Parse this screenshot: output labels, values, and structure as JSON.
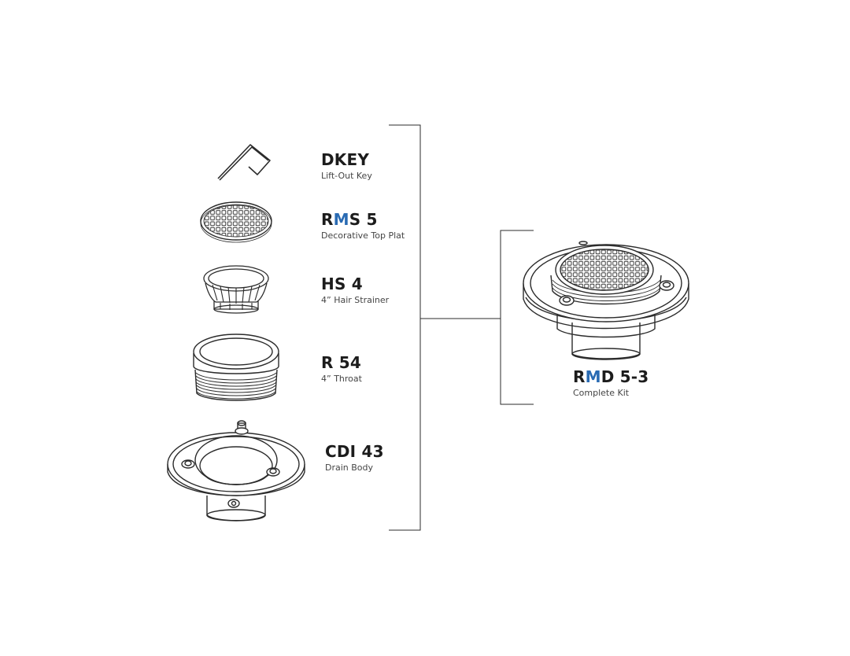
{
  "parts": [
    {
      "code": {
        "pre": "DKEY",
        "mid": "",
        "post": ""
      },
      "desc": "Lift-Out Key"
    },
    {
      "code": {
        "pre": "R",
        "mid": "M",
        "post": "S 5"
      },
      "desc": "Decorative Top Plat"
    },
    {
      "code": {
        "pre": "HS 4",
        "mid": "",
        "post": ""
      },
      "desc": "4” Hair Strainer"
    },
    {
      "code": {
        "pre": "R 54",
        "mid": "",
        "post": ""
      },
      "desc": "4” Throat"
    },
    {
      "code": {
        "pre": "CDI 43",
        "mid": "",
        "post": ""
      },
      "desc": "Drain Body"
    }
  ],
  "kit": {
    "code": {
      "pre": "R",
      "mid": "M",
      "post": "D 5-3"
    },
    "desc": "Complete Kit"
  },
  "colors": {
    "accent": "#2a6bb3",
    "line": "#2b2b2b",
    "text": "#1c1c1c"
  }
}
